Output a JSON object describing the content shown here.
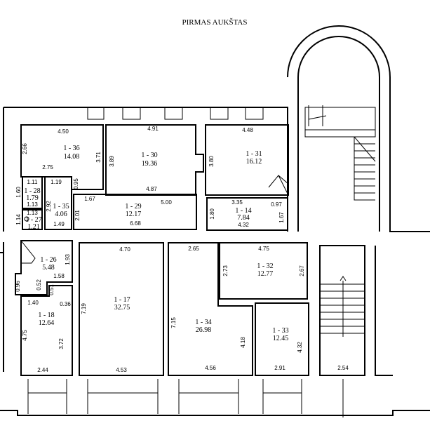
{
  "title": "PIRMAS AUKŠTAS",
  "rooms": [
    {
      "id": "1 - 36",
      "area": "14.08",
      "dims": [
        "4.50",
        "2.66",
        "2.75",
        "3.71",
        "0.95"
      ]
    },
    {
      "id": "1 - 30",
      "area": "19.36",
      "dims": [
        "4.91",
        "3.89",
        "4.87"
      ]
    },
    {
      "id": "1 - 31",
      "area": "16.12",
      "dims": [
        "4.48",
        "3.80"
      ]
    },
    {
      "id": "1 - 14",
      "area": "7.84",
      "dims": [
        "3.35",
        "0.97",
        "1.80",
        "1.67",
        "4.32"
      ]
    },
    {
      "id": "1 - 29",
      "area": "12.17",
      "dims": [
        "5.00",
        "1.67",
        "2.01",
        "6.68"
      ]
    },
    {
      "id": "1 - 35",
      "area": "4.06",
      "dims": [
        "1.19",
        "2.92",
        "1.49"
      ]
    },
    {
      "id": "1 - 28",
      "area": "1.79",
      "dims": [
        "1.11",
        "1.60",
        "1.13"
      ]
    },
    {
      "id": "1 - 27",
      "area": "1.21",
      "dims": [
        "1.13",
        "1.14"
      ]
    },
    {
      "id": "1 - 26",
      "area": "5.48",
      "dims": [
        "1.93",
        "1.58",
        "0.96",
        "0.52",
        "0.51"
      ]
    },
    {
      "id": "1 - 18",
      "area": "12.64",
      "dims": [
        "1.40",
        "0.36",
        "4.75",
        "3.72",
        "2.44"
      ]
    },
    {
      "id": "1 - 17",
      "area": "32.75",
      "dims": [
        "4.70",
        "7.19",
        "4.53"
      ]
    },
    {
      "id": "1 - 34",
      "area": "26.98",
      "dims": [
        "2.65",
        "7.15",
        "4.18",
        "4.56"
      ]
    },
    {
      "id": "1 - 32",
      "area": "12.77",
      "dims": [
        "4.75",
        "2.73",
        "2.67"
      ]
    },
    {
      "id": "1 - 33",
      "area": "12.45",
      "dims": [
        "4.32",
        "2.91"
      ]
    }
  ],
  "stair_dim": "2.54"
}
